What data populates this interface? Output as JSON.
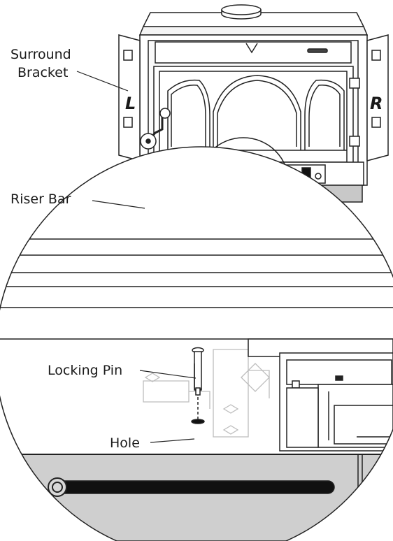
{
  "labels": {
    "surround_bracket_line1": "Surround",
    "surround_bracket_line2": "Bracket",
    "left_side": "L",
    "right_side": "R",
    "riser_bar": "Riser Bar",
    "locking_pin": "Locking Pin",
    "hole": "Hole"
  }
}
